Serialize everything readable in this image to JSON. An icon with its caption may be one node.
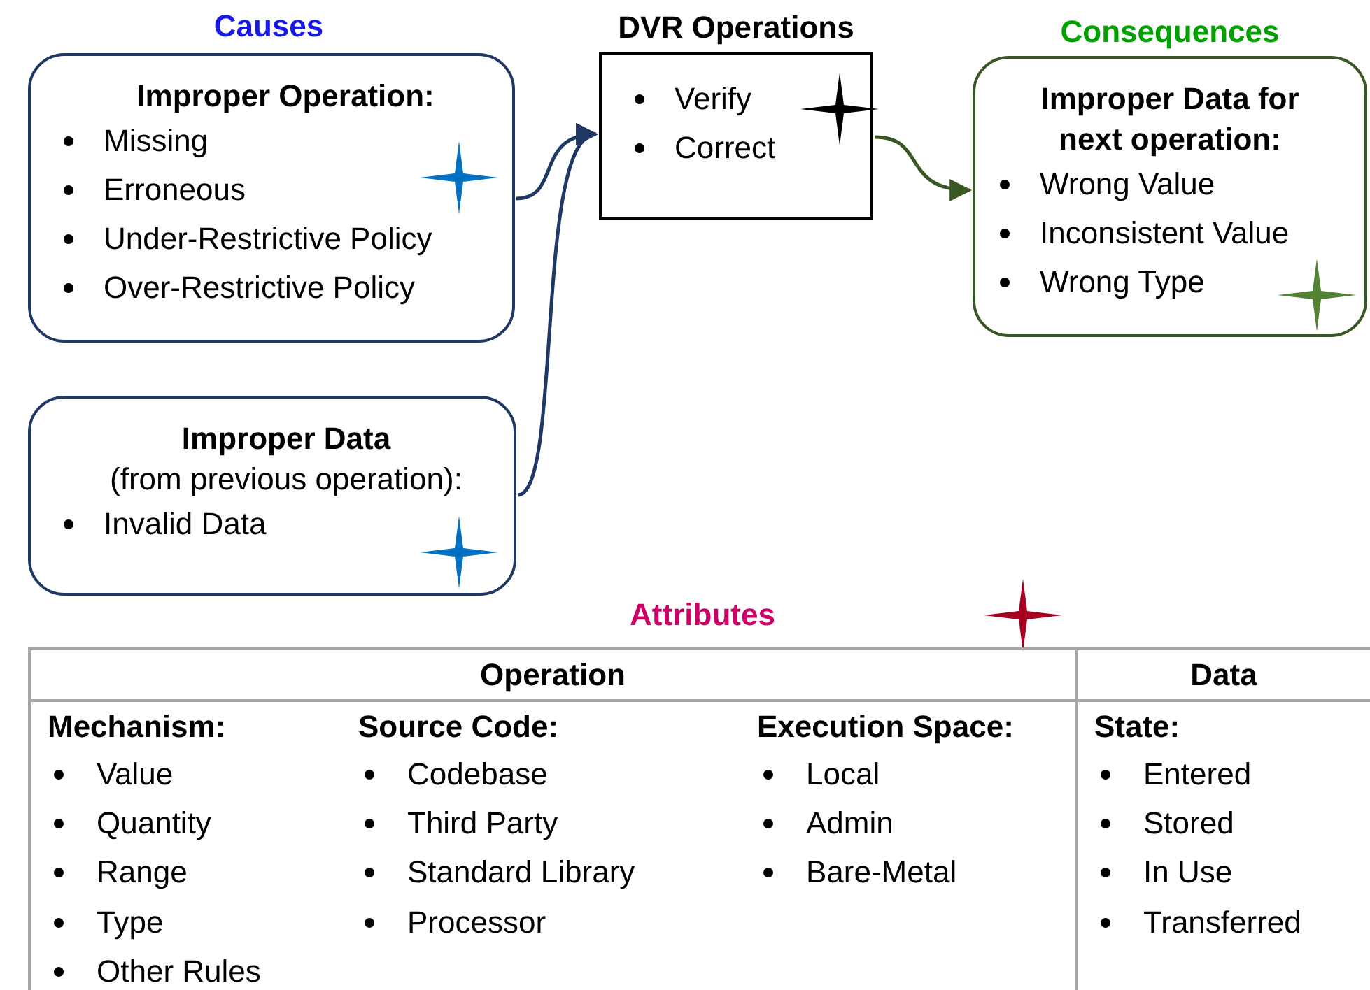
{
  "diagram": {
    "nodes": [
      {
        "text": [
          "Improper Operation:",
          "Missing",
          "Erroneous",
          "Under-Restrictive Policy",
          "Over-Restrictive Policy"
        ]
      },
      {
        "text": [
          "Improper Data",
          "(from previous operation):",
          "Invalid Data"
        ]
      },
      {
        "text": [
          "DVR Operations",
          "Verify",
          "Correct"
        ]
      },
      {
        "text": [
          "Consequences",
          "Improper Data for next operation:",
          "Wrong Value",
          "Inconsistent Value",
          "Wrong Type"
        ]
      }
    ],
    "edges": [
      {
        "from": 0,
        "to": 2,
        "arrow": "to"
      },
      {
        "from": 1,
        "to": 2,
        "arrow": "to"
      },
      {
        "from": 2,
        "to": 3,
        "arrow": "to",
        "color": "#385723"
      }
    ],
    "labels": [
      "Causes",
      "Attributes",
      "Operation",
      "Data",
      "Mechanism:",
      "Source Code:",
      "Execution Space:",
      "State:",
      "Value",
      "Codebase",
      "Local",
      "Entered",
      "Quantity",
      "Third Party",
      "Admin",
      "Stored",
      "Range",
      "Standard Library",
      "Bare-Metal",
      "In Use",
      "Type",
      "Processor",
      "Transferred",
      "Other Rules"
    ]
  }
}
